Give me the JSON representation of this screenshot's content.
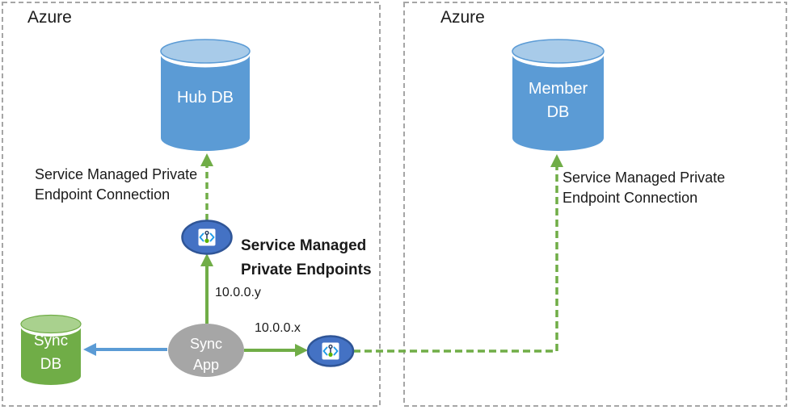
{
  "regions": [
    {
      "label": "Azure"
    },
    {
      "label": "Azure"
    }
  ],
  "nodes": {
    "hub_db": {
      "label": "Hub DB"
    },
    "member_db": {
      "lines": [
        "Member",
        "DB"
      ]
    },
    "sync_db": {
      "lines": [
        "Sync",
        "DB"
      ]
    },
    "sync_app": {
      "lines": [
        "Sync",
        "App"
      ]
    }
  },
  "annotations": {
    "hub_connection_lines": [
      "Service Managed Private",
      "Endpoint Connection"
    ],
    "member_connection_lines": [
      "Service Managed Private",
      "Endpoint Connection"
    ],
    "endpoints_title_lines": [
      "Service Managed",
      "Private Endpoints"
    ],
    "ip_to_hub": "10.0.0.y",
    "ip_to_member": "10.0.0.x"
  },
  "icons": {
    "private_endpoint": "private-endpoint-icon"
  },
  "colors": {
    "db_blue": "#5B9BD5",
    "db_blue_top": "#A8CBE9",
    "db_green": "#70AD47",
    "db_green_top": "#A9D18E",
    "app_gray": "#A6A6A6",
    "arrow_green": "#70AD47",
    "arrow_blue": "#5B9BD5",
    "endpoint_fill": "#4472C4",
    "endpoint_border": "#2F5597",
    "icon_bracket_blue": "#1E9BE8",
    "icon_stem_navy": "#243A5E",
    "icon_dot_green": "#5DB300",
    "region_border": "#A6A6A6"
  }
}
